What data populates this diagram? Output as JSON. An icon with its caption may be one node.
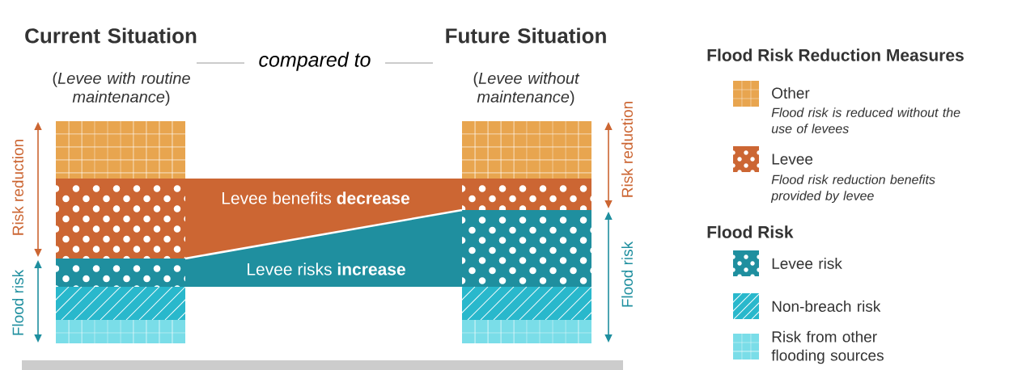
{
  "diagram": {
    "nodes": [
      {
        "text": [
          "Levee benefits **decrease**"
        ]
      },
      {
        "text": [
          "Levee risks **increase**"
        ]
      }
    ],
    "labels": [
      "Current Situation",
      "(*Levee with routine maintenance*)",
      "compared to",
      "Future Situation",
      "(*Levee without maintenance*)",
      "Risk reduction",
      "Flood risk",
      "Risk reduction",
      "Flood risk",
      "Flood Risk Reduction Measures",
      "Flood risk is reduced without the use of levees",
      "Flood risk reduction benefits provided by levee",
      "Flood Risk"
    ],
    "legend": [
      {
        "text": "Other",
        "color": "#e8a54f"
      },
      {
        "text": "Levee",
        "color": "#cc6633"
      },
      {
        "text": "Levee risk",
        "color": "#1f8f9f"
      },
      {
        "text": "Non-breach risk",
        "color": "#29b8cc"
      },
      {
        "text": "Risk from other flooding sources",
        "color": "#7adde8"
      }
    ]
  }
}
